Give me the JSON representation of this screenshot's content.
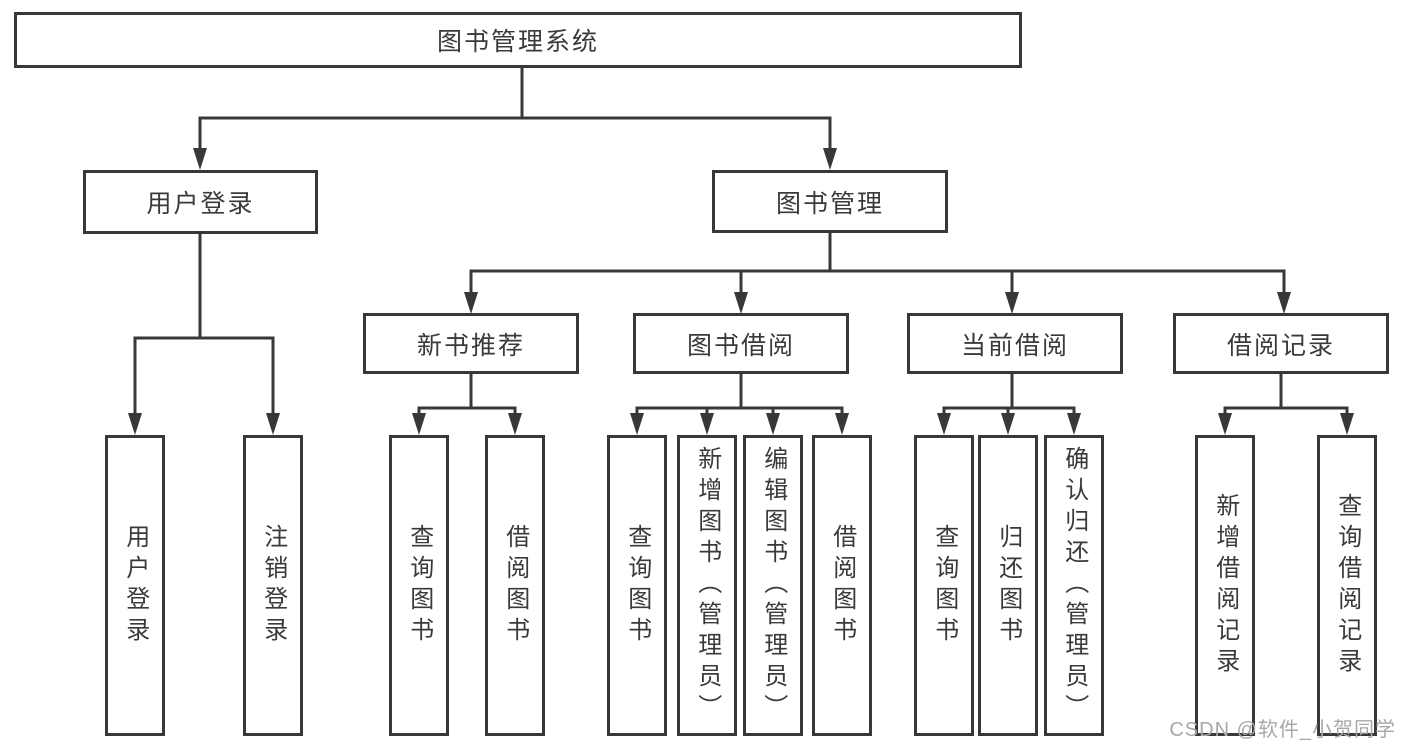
{
  "tree": {
    "label": "图书管理系统",
    "children": [
      {
        "label": "用户登录",
        "children": [
          {
            "label": "用户登录"
          },
          {
            "label": "注销登录"
          }
        ]
      },
      {
        "label": "图书管理",
        "children": [
          {
            "label": "新书推荐",
            "children": [
              {
                "label": "查询图书"
              },
              {
                "label": "借阅图书"
              }
            ]
          },
          {
            "label": "图书借阅",
            "children": [
              {
                "label": "查询图书"
              },
              {
                "label": "新增图书（管理员）"
              },
              {
                "label": "编辑图书（管理员）"
              },
              {
                "label": "借阅图书"
              }
            ]
          },
          {
            "label": "当前借阅",
            "children": [
              {
                "label": "查询图书"
              },
              {
                "label": "归还图书"
              },
              {
                "label": "确认归还（管理员）"
              }
            ]
          },
          {
            "label": "借阅记录",
            "children": [
              {
                "label": "新增借阅记录"
              },
              {
                "label": "查询借阅记录"
              }
            ]
          }
        ]
      }
    ]
  },
  "watermark": {
    "text": "CSDN @软件_小贺同学"
  },
  "colors": {
    "line": "#383838",
    "text": "#3a3a3a",
    "watermark": "#a8a8a8",
    "background": "#ffffff"
  }
}
